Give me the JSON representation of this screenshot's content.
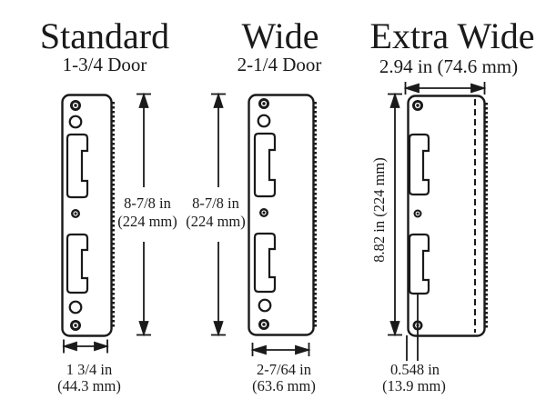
{
  "figure": {
    "background": "#ffffff",
    "line_color": "#1a1a1a"
  },
  "columns": [
    {
      "title": "Standard",
      "subtitle": "1-3/4 Door",
      "height_in": "8-7/8 in",
      "height_mm": "(224 mm)",
      "width_in": "1 3/4 in",
      "width_mm": "(44.3 mm)"
    },
    {
      "title": "Wide",
      "subtitle": "2-1/4 Door",
      "height_in": "8-7/8 in",
      "height_mm": "(224 mm)",
      "width_in": "2-7/64 in",
      "width_mm": "(63.6 mm)"
    },
    {
      "title": "Extra Wide",
      "subtitle": "2.94 in (74.6 mm)",
      "height_label": "8.82 in (224 mm)",
      "hole_offset_in": "0.548 in",
      "hole_offset_mm": "(13.9 mm)"
    }
  ]
}
